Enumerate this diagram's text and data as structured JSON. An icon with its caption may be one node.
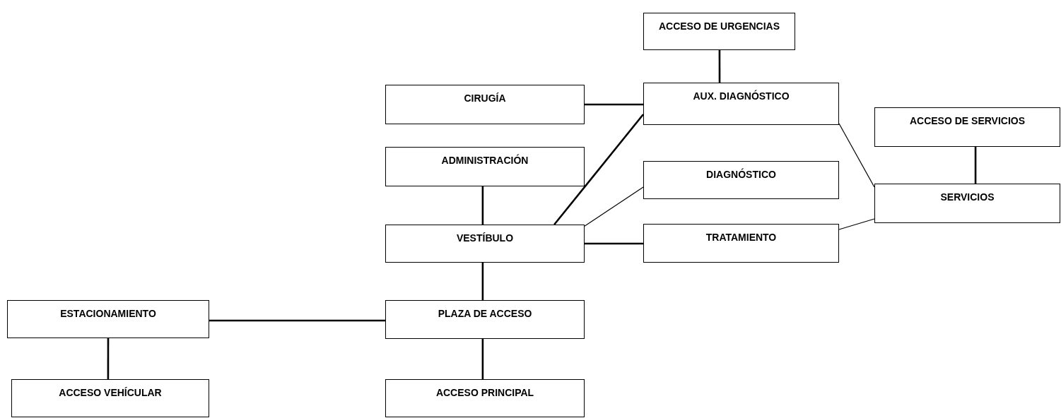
{
  "diagram": {
    "nodes": [
      {
        "text": [
          "ACCESO DE URGENCIAS"
        ]
      },
      {
        "text": [
          "CIRUGÍA"
        ]
      },
      {
        "text": [
          "AUX. DIAGNÓSTICO"
        ]
      },
      {
        "text": [
          "ACCESO DE SERVICIOS"
        ]
      },
      {
        "text": [
          "ADMINISTRACIÓN"
        ]
      },
      {
        "text": [
          "DIAGNÓSTICO"
        ]
      },
      {
        "text": [
          "SERVICIOS"
        ]
      },
      {
        "text": [
          "VESTÍBULO"
        ]
      },
      {
        "text": [
          "TRATAMIENTO"
        ]
      },
      {
        "text": [
          "ESTACIONAMIENTO"
        ]
      },
      {
        "text": [
          "PLAZA DE ACCESO"
        ]
      },
      {
        "text": [
          "ACCESO VEHÍCULAR"
        ]
      },
      {
        "text": [
          "ACCESO PRINCIPAL"
        ]
      }
    ],
    "edges": [
      {
        "from": 0,
        "to": 2,
        "arrow": "none"
      },
      {
        "from": 1,
        "to": 2,
        "arrow": "none"
      },
      {
        "from": 7,
        "to": 2,
        "arrow": "none"
      },
      {
        "from": 2,
        "to": 6,
        "arrow": "none"
      },
      {
        "from": 3,
        "to": 6,
        "arrow": "none"
      },
      {
        "from": 4,
        "to": 7,
        "arrow": "none"
      },
      {
        "from": 7,
        "to": 5,
        "arrow": "none"
      },
      {
        "from": 7,
        "to": 8,
        "arrow": "none"
      },
      {
        "from": 8,
        "to": 6,
        "arrow": "none"
      },
      {
        "from": 7,
        "to": 10,
        "arrow": "none"
      },
      {
        "from": 9,
        "to": 10,
        "arrow": "none"
      },
      {
        "from": 9,
        "to": 11,
        "arrow": "none"
      },
      {
        "from": 10,
        "to": 12,
        "arrow": "none"
      }
    ]
  }
}
